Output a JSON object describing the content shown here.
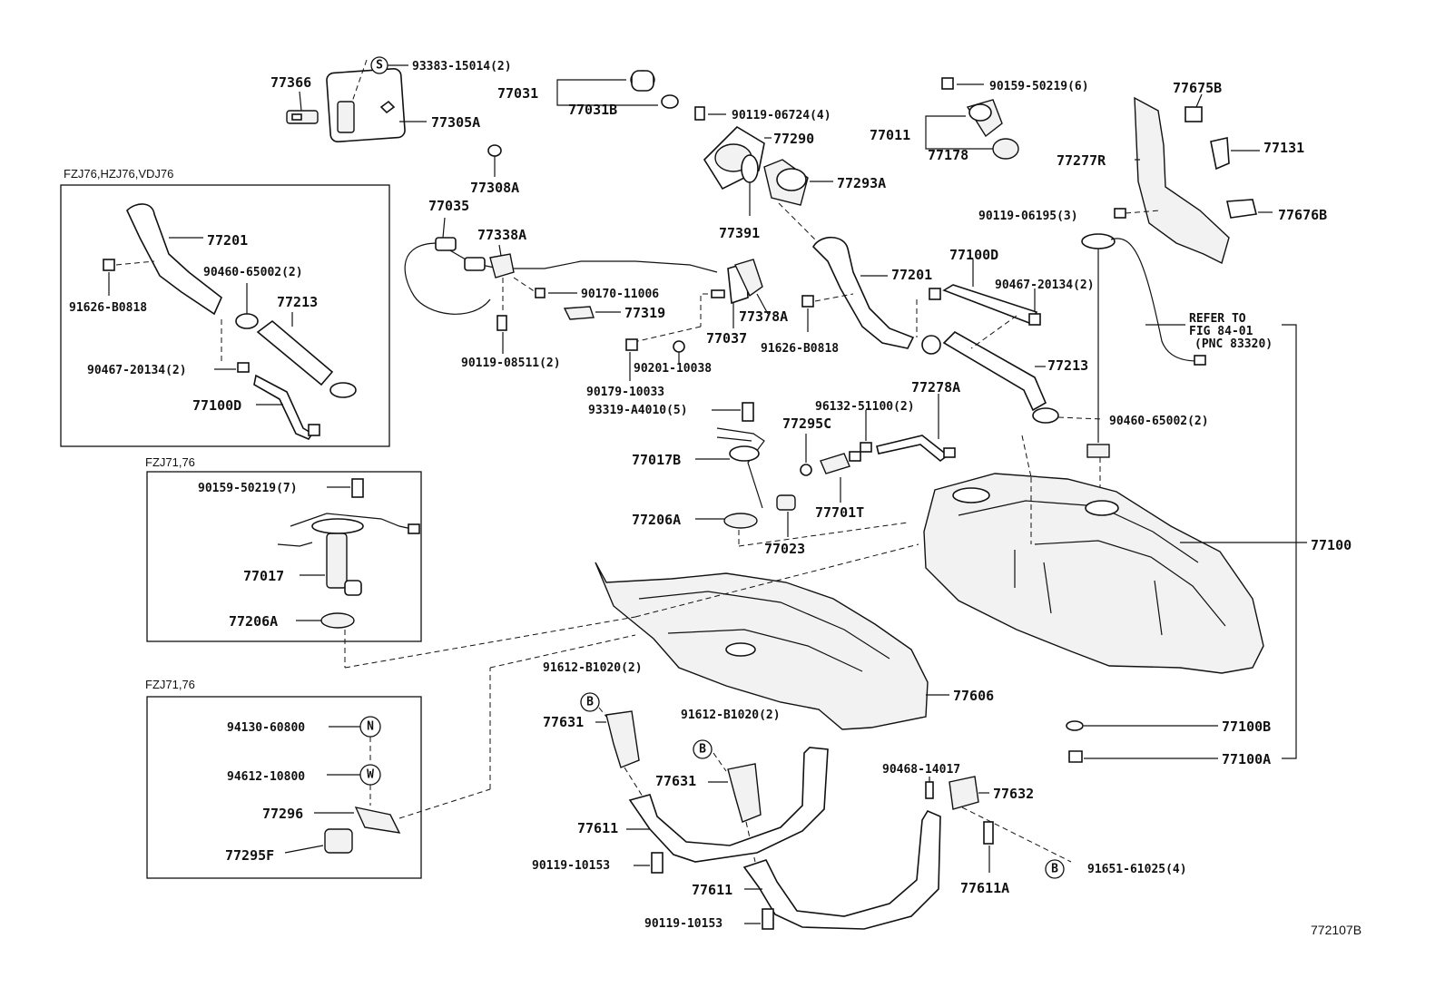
{
  "diagram": {
    "figure_code": "772107B",
    "group_boxes": [
      {
        "id": "g1",
        "label": "FZJ76,HZJ76,VDJ76"
      },
      {
        "id": "g2",
        "label": "FZJ71,76"
      },
      {
        "id": "g3",
        "label": "FZJ71,76"
      }
    ],
    "refer_note": [
      "REFER TO",
      "FIG 84-01",
      "(PNC 83320)"
    ],
    "symbols": {
      "S": "S",
      "B": "B",
      "N": "N",
      "W": "W"
    },
    "labels": {
      "l77366": "77366",
      "l93383": "93383-15014(2)",
      "l77305A": "77305A",
      "l77308A": "77308A",
      "l77031": "77031",
      "l77031B": "77031B",
      "l90119_06724": "90119-06724(4)",
      "l77290": "77290",
      "l77293A": "77293A",
      "l77391": "77391",
      "l77011": "77011",
      "l77178": "77178",
      "l90159_50219_6": "90159-50219(6)",
      "l77675B": "77675B",
      "l77131": "77131",
      "l77277R": "77277R",
      "l90119_06195": "90119-06195(3)",
      "l77676B": "77676B",
      "g1_77201": "77201",
      "g1_90460": "90460-65002(2)",
      "g1_91626": "91626-B0818",
      "g1_77213": "77213",
      "g1_90467": "90467-20134(2)",
      "g1_77100D": "77100D",
      "l77035": "77035",
      "l77338A": "77338A",
      "l90170": "90170-11006",
      "l77319": "77319",
      "l90119_08511": "90119-08511(2)",
      "l77037": "77037",
      "l77378A": "77378A",
      "l90201": "90201-10038",
      "l90179": "90179-10033",
      "l93319": "93319-A4010(5)",
      "l77017B": "77017B",
      "l77206A_main": "77206A",
      "l77023": "77023",
      "l77295C": "77295C",
      "l96132": "96132-51100(2)",
      "l77278A": "77278A",
      "l77701T": "77701T",
      "l77201_main": "77201",
      "l91626_main": "91626-B0818",
      "l77100D_main": "77100D",
      "l90467_main": "90467-20134(2)",
      "l77213_main": "77213",
      "l90460_main": "90460-65002(2)",
      "l77100": "77100",
      "l77606": "77606",
      "l77100B": "77100B",
      "l77100A": "77100A",
      "g2_90159": "90159-50219(7)",
      "g2_77017": "77017",
      "g2_77206A": "77206A",
      "g3_94130": "94130-60800",
      "g3_94612": "94612-10800",
      "g3_77296": "77296",
      "g3_77295F": "77295F",
      "l91612_a": "91612-B1020(2)",
      "l77631_a": "77631",
      "l91612_b": "91612-B1020(2)",
      "l77631_b": "77631",
      "l77611_a": "77611",
      "l90119_10153_a": "90119-10153",
      "l77611_b": "77611",
      "l90119_10153_b": "90119-10153",
      "l90468": "90468-14017",
      "l77632": "77632",
      "l77611A": "77611A",
      "l91651": "91651-61025(4)"
    }
  }
}
